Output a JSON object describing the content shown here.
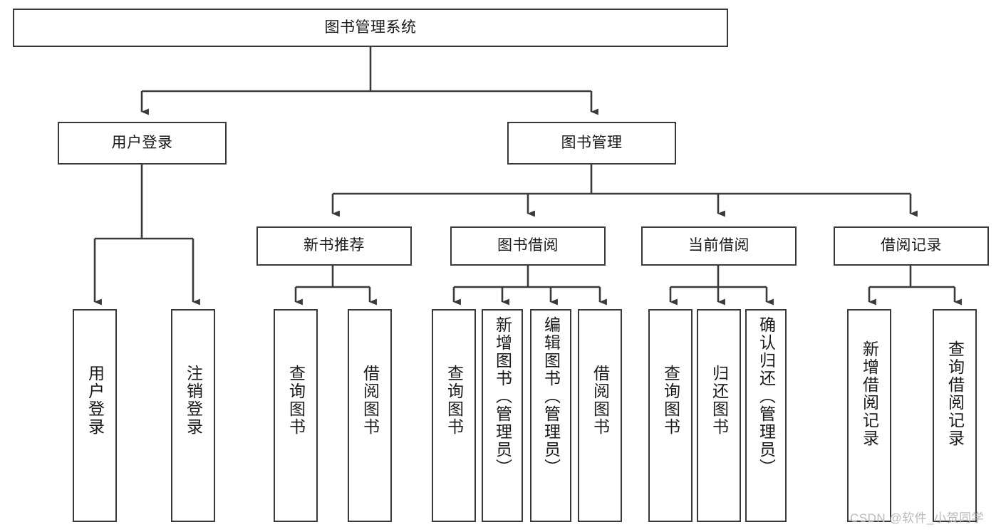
{
  "diagram": {
    "type": "tree-hierarchy-flowchart",
    "title": "图书管理系统",
    "colors": {
      "background": "#ffffff",
      "box_border": "#3a3a3a",
      "edge": "#3a3a3a",
      "text": "#1a1a1a",
      "watermark": "#b9b9b9"
    },
    "levels": [
      {
        "level": 1,
        "nodes": [
          {
            "id": "root",
            "label": "图书管理系统",
            "orientation": "horizontal"
          }
        ]
      },
      {
        "level": 2,
        "nodes": [
          {
            "id": "user-login",
            "label": "用户登录",
            "orientation": "horizontal",
            "parent": "root"
          },
          {
            "id": "book-manage",
            "label": "图书管理",
            "orientation": "horizontal",
            "parent": "root"
          }
        ]
      },
      {
        "level": 3,
        "nodes": [
          {
            "id": "new-book-rec",
            "label": "新书推荐",
            "orientation": "horizontal",
            "parent": "book-manage"
          },
          {
            "id": "book-borrow",
            "label": "图书借阅",
            "orientation": "horizontal",
            "parent": "book-manage"
          },
          {
            "id": "current-borrow",
            "label": "当前借阅",
            "orientation": "horizontal",
            "parent": "book-manage"
          },
          {
            "id": "borrow-record",
            "label": "借阅记录",
            "orientation": "horizontal",
            "parent": "book-manage"
          }
        ]
      },
      {
        "level": 4,
        "nodes": [
          {
            "id": "leaf-user-login",
            "label": "用户登录",
            "orientation": "vertical",
            "parent": "user-login"
          },
          {
            "id": "leaf-user-logout",
            "label": "注销登录",
            "orientation": "vertical",
            "parent": "user-login"
          },
          {
            "id": "leaf-query-book-1",
            "label": "查询图书",
            "orientation": "vertical",
            "parent": "new-book-rec"
          },
          {
            "id": "leaf-borrow-book-1",
            "label": "借阅图书",
            "orientation": "vertical",
            "parent": "new-book-rec"
          },
          {
            "id": "leaf-query-book-2",
            "label": "查询图书",
            "orientation": "vertical",
            "parent": "book-borrow"
          },
          {
            "id": "leaf-add-book",
            "label": "新增图书（管理员）",
            "orientation": "vertical",
            "parent": "book-borrow"
          },
          {
            "id": "leaf-edit-book",
            "label": "编辑图书（管理员）",
            "orientation": "vertical",
            "parent": "book-borrow"
          },
          {
            "id": "leaf-borrow-book-2",
            "label": "借阅图书",
            "orientation": "vertical",
            "parent": "book-borrow"
          },
          {
            "id": "leaf-query-book-3",
            "label": "查询图书",
            "orientation": "vertical",
            "parent": "current-borrow"
          },
          {
            "id": "leaf-return-book",
            "label": "归还图书",
            "orientation": "vertical",
            "parent": "current-borrow"
          },
          {
            "id": "leaf-confirm-return",
            "label": "确认归还（管理员）",
            "orientation": "vertical",
            "parent": "current-borrow"
          },
          {
            "id": "leaf-add-record",
            "label": "新增借阅记录",
            "orientation": "vertical",
            "parent": "borrow-record"
          },
          {
            "id": "leaf-query-record",
            "label": "查询借阅记录",
            "orientation": "vertical",
            "parent": "borrow-record"
          }
        ]
      }
    ]
  },
  "watermark": {
    "text": "CSDN @软件_小贺同学"
  }
}
